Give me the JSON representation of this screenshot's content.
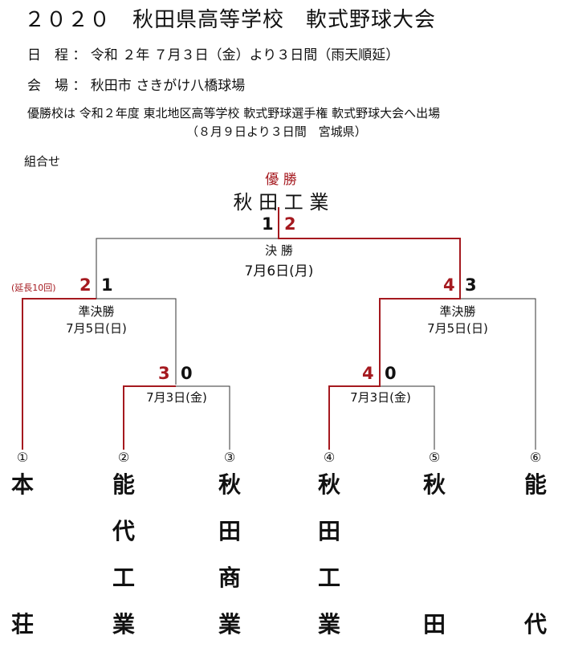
{
  "header": {
    "title": "２０２０　秋田県高等学校　軟式野球大会",
    "schedule": "日　程 ： 令和 ２年 ７月３日（金）より３日間（雨天順延）",
    "venue": "会　場 ： 秋田市 さきがけ八橋球場",
    "note_line1": "優勝校は 令和２年度 東北地区高等学校 軟式野球選手権 軟式野球大会へ出場",
    "note_line2": "（８月９日より３日間　宮城県）",
    "section": "組合せ"
  },
  "champion": {
    "label": "優 勝",
    "name": "秋 田 工 業"
  },
  "final": {
    "label": "決 勝",
    "date": "7月6日(月)",
    "score_left": "1",
    "score_right": "2"
  },
  "semifinal_left": {
    "label": "準決勝",
    "date": "7月5日(日)",
    "note": "(延長10回)",
    "score_left": "2",
    "score_right": "1"
  },
  "semifinal_right": {
    "label": "準決勝",
    "date": "7月5日(日)",
    "score_left": "4",
    "score_right": "3"
  },
  "first_round_left": {
    "date": "7月3日(金)",
    "score_left": "3",
    "score_right": "0"
  },
  "first_round_right": {
    "date": "7月3日(金)",
    "score_left": "4",
    "score_right": "0"
  },
  "teams": [
    {
      "number": "①",
      "c1": "本",
      "c2": "",
      "c3": "",
      "c4": "荘"
    },
    {
      "number": "②",
      "c1": "能",
      "c2": "代",
      "c3": "工",
      "c4": "業"
    },
    {
      "number": "③",
      "c1": "秋",
      "c2": "田",
      "c3": "商",
      "c4": "業"
    },
    {
      "number": "④",
      "c1": "秋",
      "c2": "田",
      "c3": "工",
      "c4": "業"
    },
    {
      "number": "⑤",
      "c1": "秋",
      "c2": "",
      "c3": "",
      "c4": "田"
    },
    {
      "number": "⑥",
      "c1": "能",
      "c2": "",
      "c3": "",
      "c4": "代"
    }
  ],
  "colors": {
    "winner_line": "#a5191f",
    "loser_line": "#333333"
  }
}
